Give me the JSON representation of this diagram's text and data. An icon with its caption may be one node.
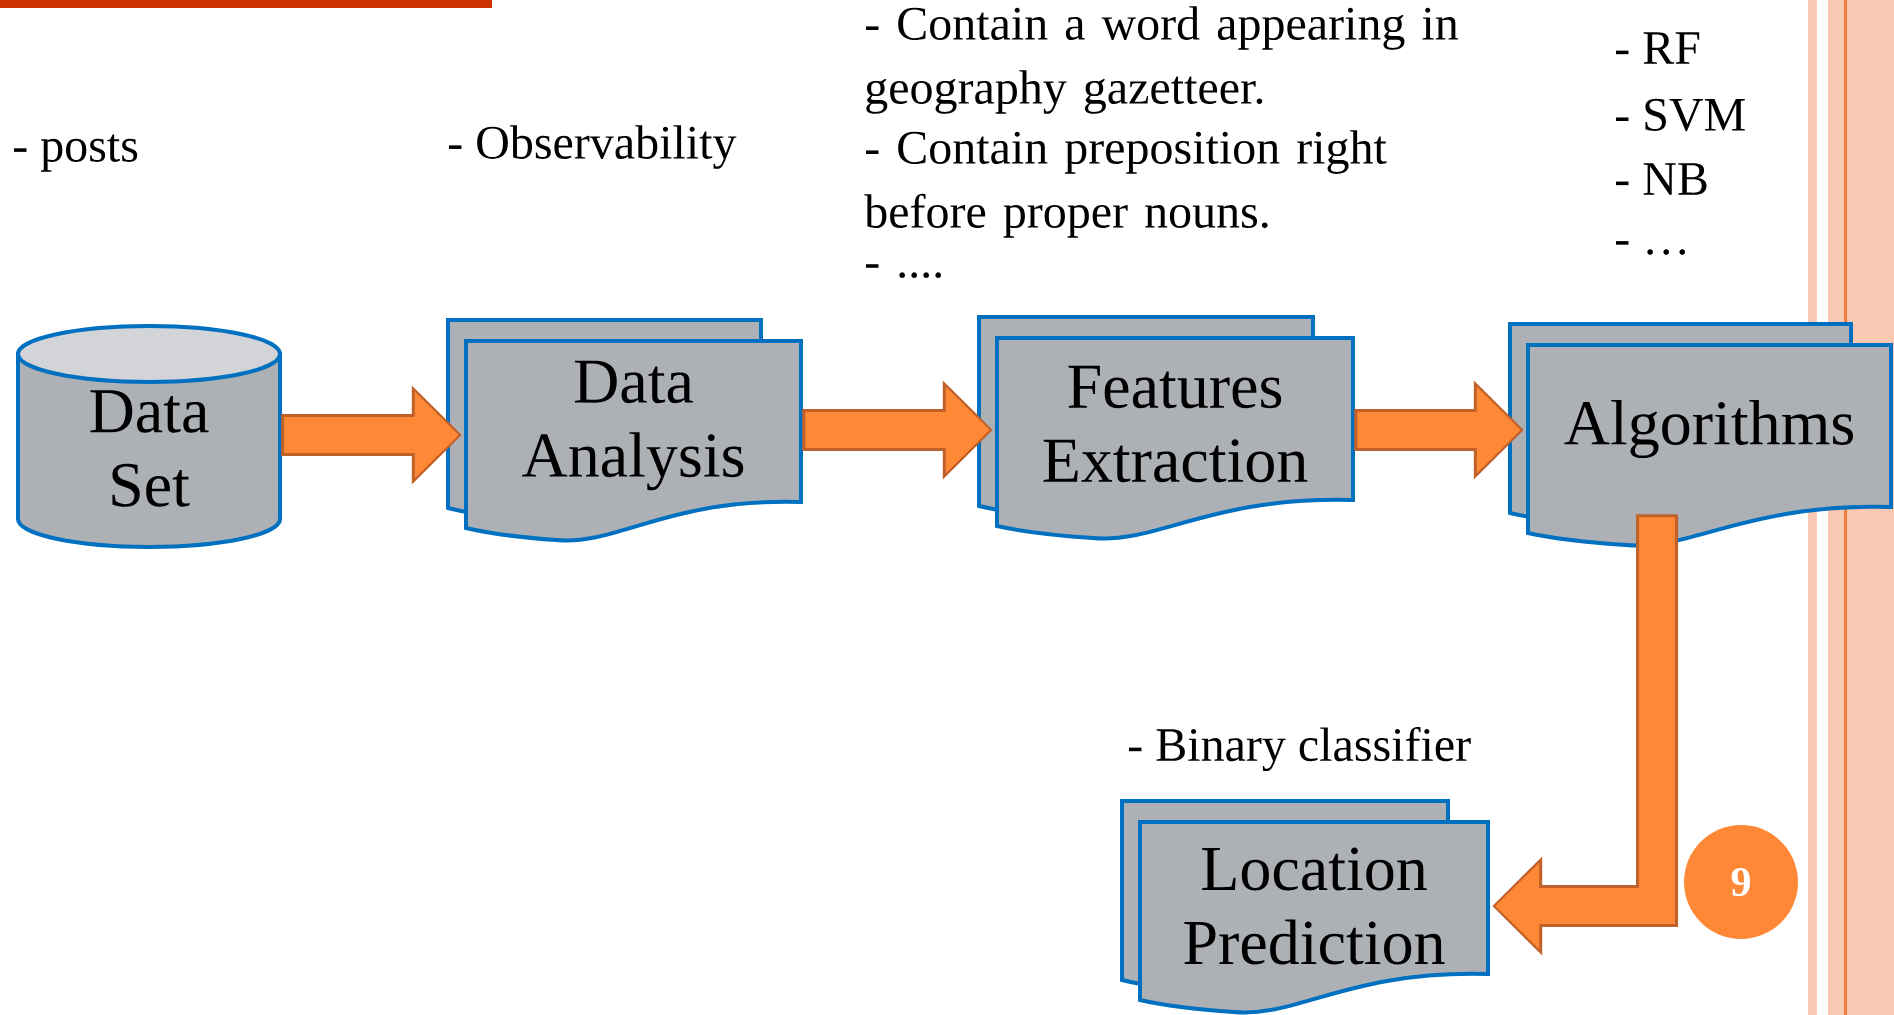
{
  "diagram": {
    "nodes": [
      {
        "text": [
          "Data Set"
        ],
        "beside": [
          "- posts"
        ]
      },
      {
        "text": [
          "Data Analysis"
        ],
        "beside": [
          "- Observability"
        ]
      },
      {
        "text": [
          "Features Extraction"
        ],
        "beside": [
          "- Contain a word appearing in geography gazetteer.",
          "- Contain preposition right before proper nouns.",
          "- ...."
        ]
      },
      {
        "text": [
          "Algorithms"
        ],
        "beside": [
          "- RF",
          "- SVM",
          "- NB",
          "- …"
        ]
      },
      {
        "text": [
          "Location Prediction"
        ],
        "beside": [
          "- Binary classifier"
        ]
      }
    ],
    "edges": [
      {
        "from": 0,
        "to": 1,
        "arrow": "to"
      },
      {
        "from": 1,
        "to": 2,
        "arrow": "to"
      },
      {
        "from": 2,
        "to": 3,
        "arrow": "to"
      },
      {
        "from": 3,
        "to": 4,
        "arrow": "to"
      }
    ],
    "labels": [
      "9"
    ]
  }
}
